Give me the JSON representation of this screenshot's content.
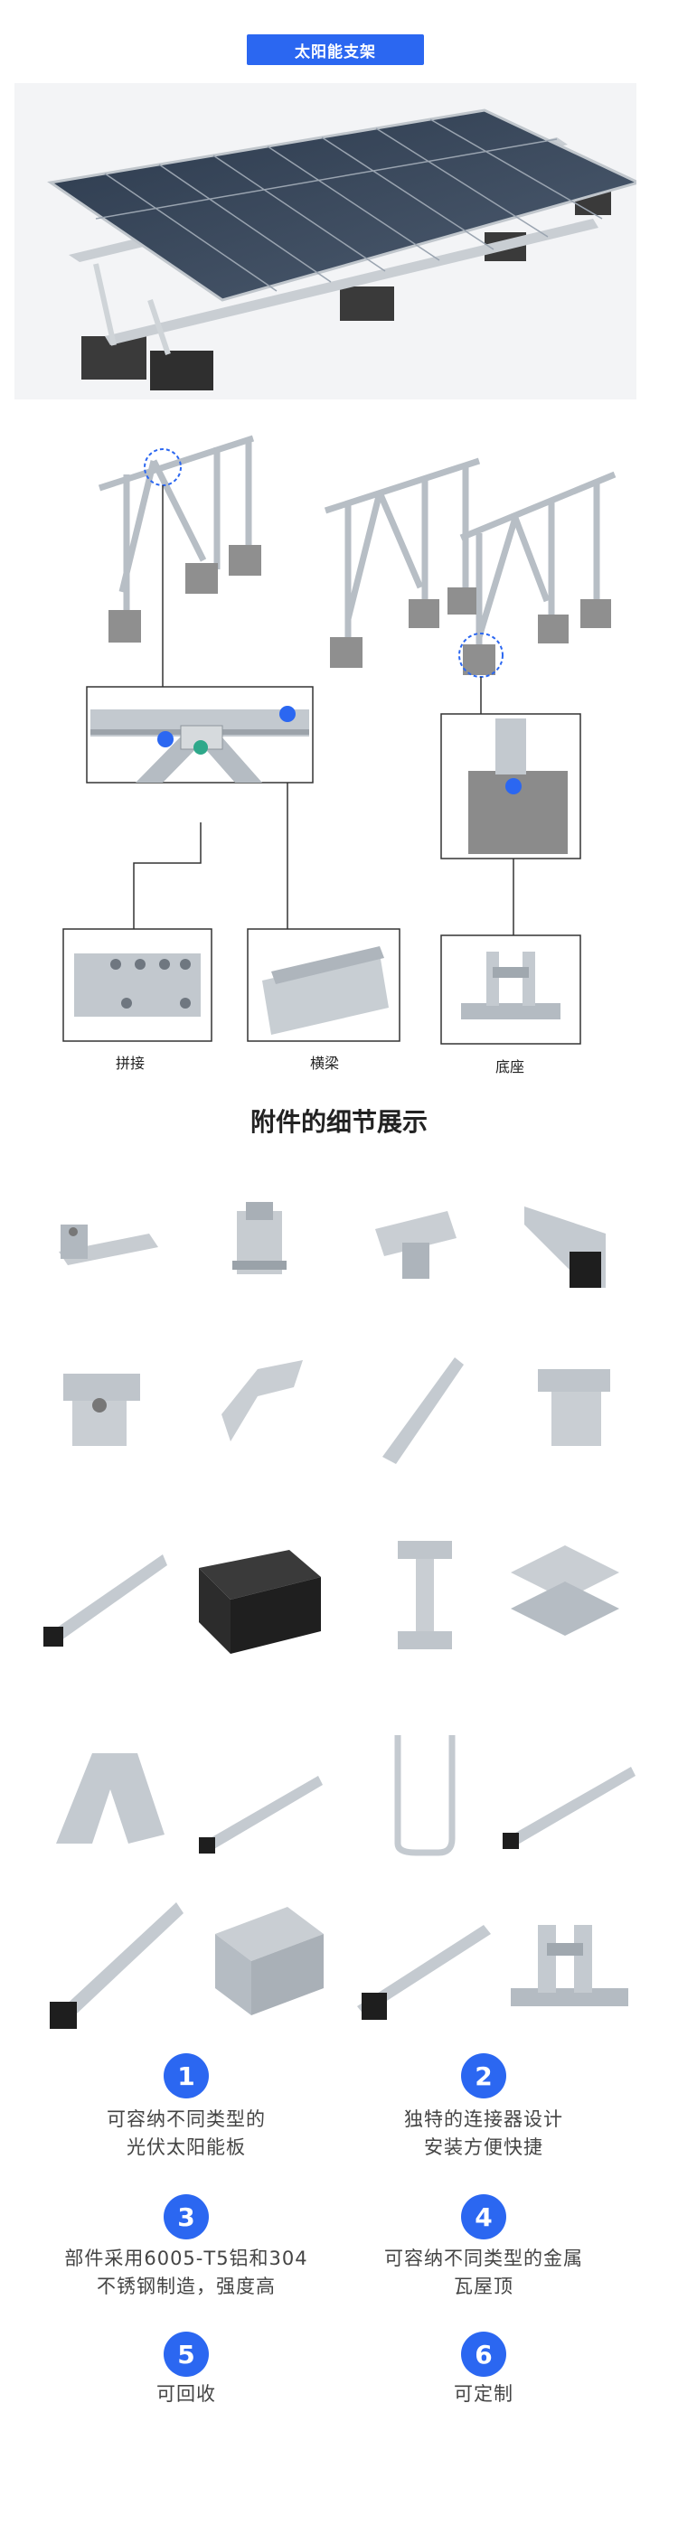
{
  "title_badge": "太阳能支架",
  "diagram_labels": {
    "splice": "拼接",
    "beam": "横梁",
    "base": "底座"
  },
  "details_title": "附件的细节展示",
  "features": [
    {
      "num": "1",
      "line1": "可容纳不同类型的",
      "line2": "光伏太阳能板"
    },
    {
      "num": "2",
      "line1": "独特的连接器设计",
      "line2": "安装方便快捷"
    },
    {
      "num": "3",
      "line1": "部件采用6005-T5铝和304",
      "line2": "不锈钢制造，强度高"
    },
    {
      "num": "4",
      "line1": "可容纳不同类型的金属",
      "line2": "瓦屋顶"
    },
    {
      "num": "5",
      "line1": "可回收",
      "line2": ""
    },
    {
      "num": "6",
      "line1": "可定制",
      "line2": ""
    }
  ],
  "colors": {
    "accent": "#2b67f1",
    "metal": "#b8bfc6",
    "concrete": "#8e8e8e"
  }
}
